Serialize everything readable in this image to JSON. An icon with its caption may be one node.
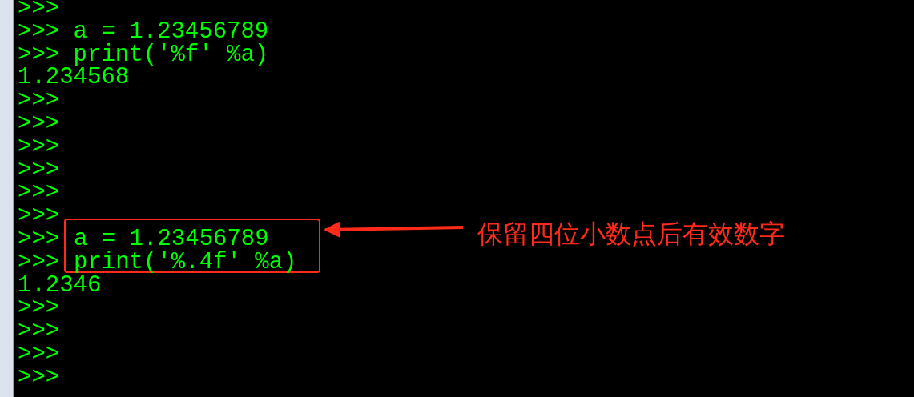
{
  "diagram": {
    "nodes": [
      {
        "text": [
          "a = 1.23456789",
          "print('%.4f' %a)"
        ]
      },
      {
        "text": [
          "保留四位小数点后有效数字"
        ]
      }
    ],
    "edges": [
      {
        "from": 1,
        "to": 0,
        "arrow": "to"
      }
    ],
    "labels": [
      ">>>",
      ">>> a = 1.23456789",
      ">>> print('%f' %a)",
      "1.234568",
      ">>>",
      ">>>",
      ">>>",
      ">>>",
      ">>>",
      ">>>",
      ">>>",
      ">>>",
      "1.2346",
      ">>>",
      ">>>",
      ">>>",
      ">>>"
    ]
  }
}
